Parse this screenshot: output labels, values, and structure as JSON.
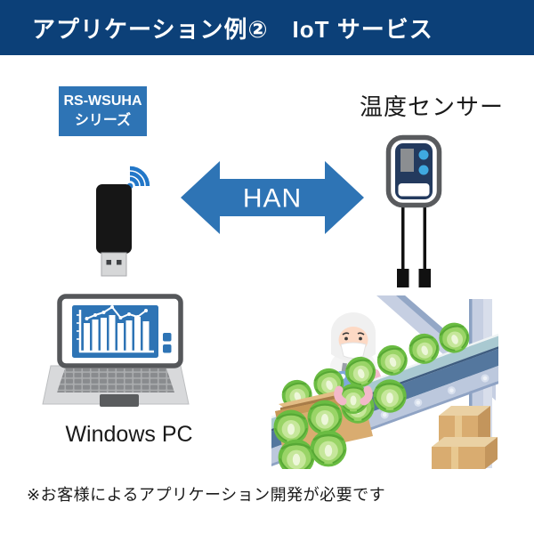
{
  "header": {
    "title": "アプリケーション例②　IoT サービス"
  },
  "badge": {
    "line1": "RS-WSUHA",
    "line2": "シリーズ"
  },
  "arrow": {
    "label": "HAN"
  },
  "labels": {
    "sensor": "温度センサー",
    "pc": "Windows PC"
  },
  "footer": {
    "note": "※お客様によるアプリケーション開発が必要です"
  },
  "colors": {
    "header_bg": "#0c4078",
    "accent_blue": "#2e74b5",
    "wifi_blue": "#2277c8",
    "sensor_navy": "#233a5e",
    "sensor_button_blue": "#3fa9e0",
    "cabbage_green": "#6abc42",
    "conveyor_slate": "#54779e",
    "box_tan": "#d9ac70"
  },
  "icons": {
    "wifi": "wifi-signal-icon",
    "han_arrow": "double-headed-arrow"
  }
}
